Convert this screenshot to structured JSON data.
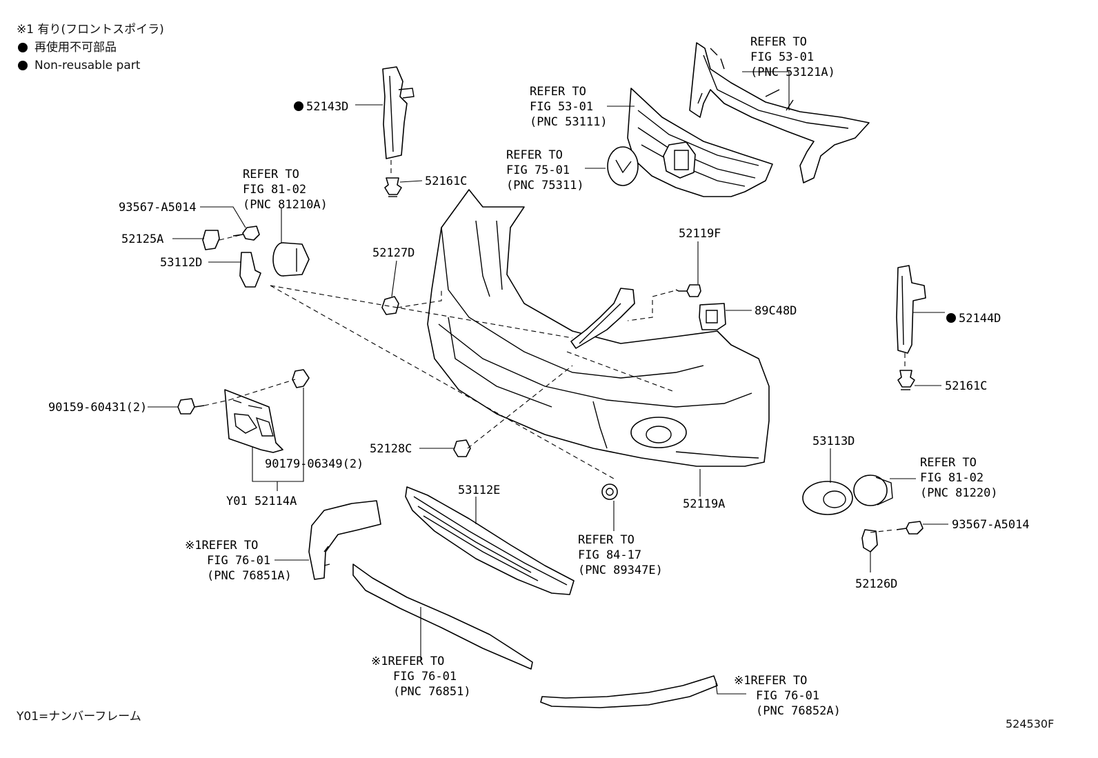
{
  "legend": {
    "note1": "※1 有り(フロントスポイラ)",
    "bullet_ja": "再使用不可部品",
    "bullet_en": "Non-reusable part"
  },
  "footer": {
    "left_note": "Y01=ナンバーフレーム",
    "figure_id": "524530F"
  },
  "callouts": {
    "c52143D": "52143D",
    "c52161C_a": "52161C",
    "c93567_a": "93567-A5014",
    "c52125A": "52125A",
    "c53112D": "53112D",
    "c52127D": "52127D",
    "c52119F": "52119F",
    "c89C48D": "89C48D",
    "c52144D": "52144D",
    "c52161C_b": "52161C",
    "c90159": "90159-60431(2)",
    "c90179": "90179-06349(2)",
    "c52114A": "Y01 52114A",
    "c52128C": "52128C",
    "c53112E": "53112E",
    "c52119A": "52119A",
    "c53113D": "53113D",
    "c93567_b": "93567-A5014",
    "c52126D": "52126D"
  },
  "refs": {
    "r53121A": [
      "REFER TO",
      "FIG 53-01",
      "(PNC 53121A)"
    ],
    "r53111": [
      "REFER TO",
      "FIG 53-01",
      "(PNC 53111)"
    ],
    "r75311": [
      "REFER TO",
      "FIG 75-01",
      "(PNC 75311)"
    ],
    "r81210A": [
      "REFER TO",
      "FIG 81-02",
      "(PNC 81210A)"
    ],
    "r81220": [
      "REFER TO",
      "FIG 81-02",
      "(PNC 81220)"
    ],
    "r89347E": [
      "REFER TO",
      "FIG 84-17",
      "(PNC 89347E)"
    ],
    "r76851A": [
      "※1REFER TO",
      "FIG 76-01",
      "(PNC 76851A)"
    ],
    "r76851": [
      "※1REFER TO",
      "FIG 76-01",
      "(PNC 76851)"
    ],
    "r76852A": [
      "※1REFER TO",
      "FIG 76-01",
      "(PNC 76852A)"
    ]
  }
}
